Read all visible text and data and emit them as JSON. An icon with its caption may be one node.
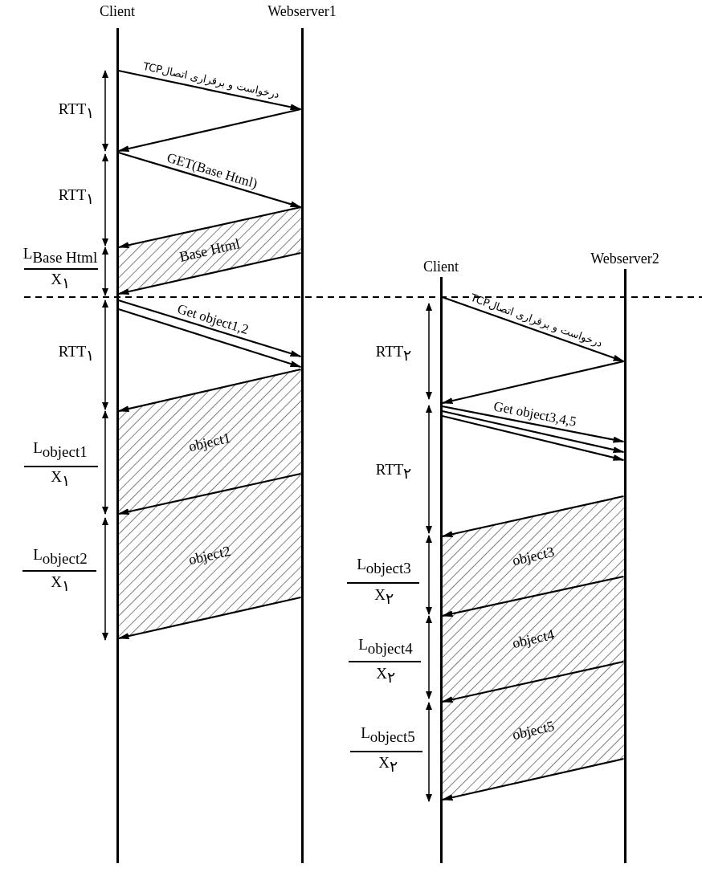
{
  "diagram": {
    "nodes": [
      {
        "text": [
          "Client"
        ]
      },
      {
        "text": [
          "Webserver1"
        ]
      },
      {
        "text": [
          "Client"
        ]
      },
      {
        "text": [
          "Webserver2"
        ]
      },
      {
        "text": [
          "Base Html"
        ]
      },
      {
        "text": [
          "object1"
        ]
      },
      {
        "text": [
          "object2"
        ]
      },
      {
        "text": [
          "object3"
        ]
      },
      {
        "text": [
          "object4"
        ]
      },
      {
        "text": [
          "object5"
        ]
      }
    ],
    "edges": [
      {
        "from": 0,
        "to": 1,
        "arrow": "to",
        "label": "درخواست و برقراری اتصالTCP"
      },
      {
        "from": 1,
        "to": 0,
        "arrow": "to"
      },
      {
        "from": 0,
        "to": 1,
        "arrow": "to",
        "label": "GET(Base Html)"
      },
      {
        "from": 1,
        "to": 0,
        "arrow": "to"
      },
      {
        "from": 1,
        "to": 0,
        "arrow": "to"
      },
      {
        "from": 0,
        "to": 1,
        "arrow": "to",
        "label": "Get object1,2"
      },
      {
        "from": 0,
        "to": 1,
        "arrow": "to"
      },
      {
        "from": 1,
        "to": 0,
        "arrow": "to"
      },
      {
        "from": 1,
        "to": 0,
        "arrow": "to"
      },
      {
        "from": 1,
        "to": 0,
        "arrow": "to"
      },
      {
        "from": 2,
        "to": 3,
        "arrow": "to",
        "label": "درخواست و برقراری اتصالTCP"
      },
      {
        "from": 3,
        "to": 2,
        "arrow": "to"
      },
      {
        "from": 2,
        "to": 3,
        "arrow": "to",
        "label": "Get object3,4,5"
      },
      {
        "from": 2,
        "to": 3,
        "arrow": "to"
      },
      {
        "from": 2,
        "to": 3,
        "arrow": "to"
      },
      {
        "from": 3,
        "to": 2,
        "arrow": "to"
      },
      {
        "from": 3,
        "to": 2,
        "arrow": "to"
      },
      {
        "from": 3,
        "to": 2,
        "arrow": "to"
      },
      {
        "from": 3,
        "to": 2,
        "arrow": "to"
      }
    ],
    "labels": [
      "RTT$_{۱}$",
      "RTT$_{۱}$",
      "L$_{Base Html}$",
      "X$_{۱}$",
      "RTT$_{۱}$",
      "L$_{object1}$",
      "X$_{۱}$",
      "L$_{object2}$",
      "X$_{۱}$",
      "RTT$_{۲}$",
      "RTT$_{۲}$",
      "L$_{object3}$",
      "X$_{۲}$",
      "L$_{object4}$",
      "X$_{۲}$",
      "L$_{object5}$",
      "X$_{۲}$"
    ]
  }
}
